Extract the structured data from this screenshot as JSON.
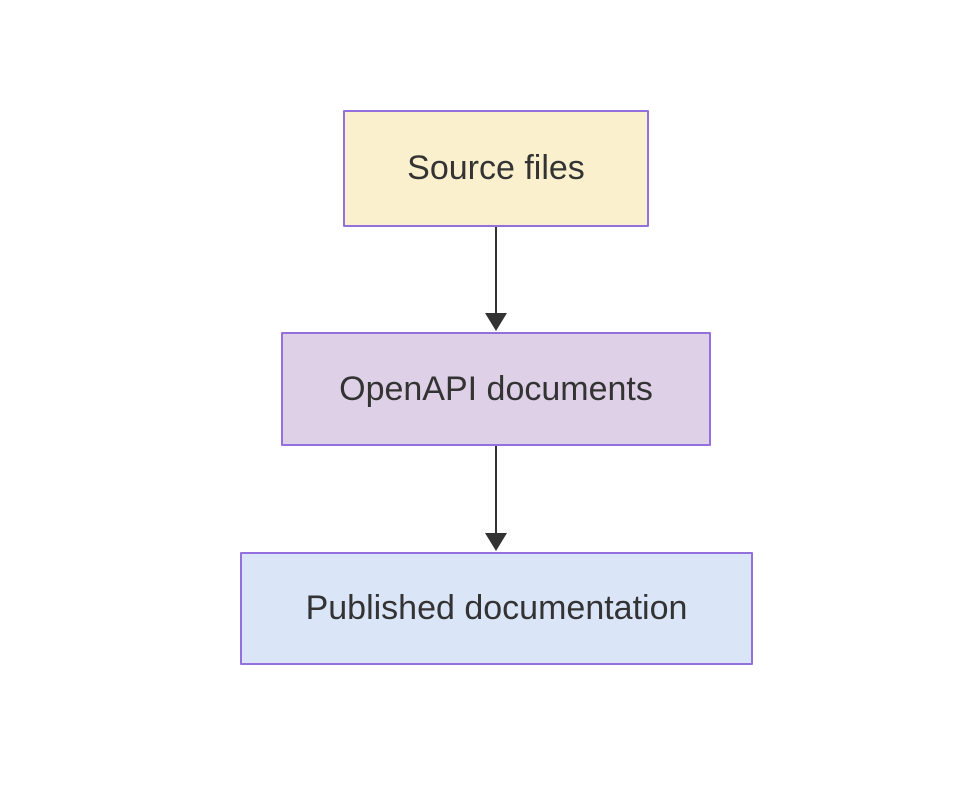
{
  "diagram": {
    "type": "flowchart",
    "direction": "top-down",
    "background_color": "#ffffff",
    "edge_color": "#333333",
    "nodes": [
      {
        "id": "source-files",
        "label": "Source files",
        "fill": "#faf0ce",
        "border": "#9370db",
        "text_color": "#333333"
      },
      {
        "id": "openapi-documents",
        "label": "OpenAPI documents",
        "fill": "#ded1e7",
        "border": "#9370db",
        "text_color": "#333333"
      },
      {
        "id": "published-documentation",
        "label": "Published documentation",
        "fill": "#dbe5f8",
        "border": "#9370db",
        "text_color": "#333333"
      }
    ],
    "edges": [
      {
        "from": "Source files",
        "to": "OpenAPI documents",
        "style": "solid-arrow",
        "color": "#333333"
      },
      {
        "from": "OpenAPI documents",
        "to": "Published documentation",
        "style": "solid-arrow",
        "color": "#333333"
      }
    ]
  }
}
